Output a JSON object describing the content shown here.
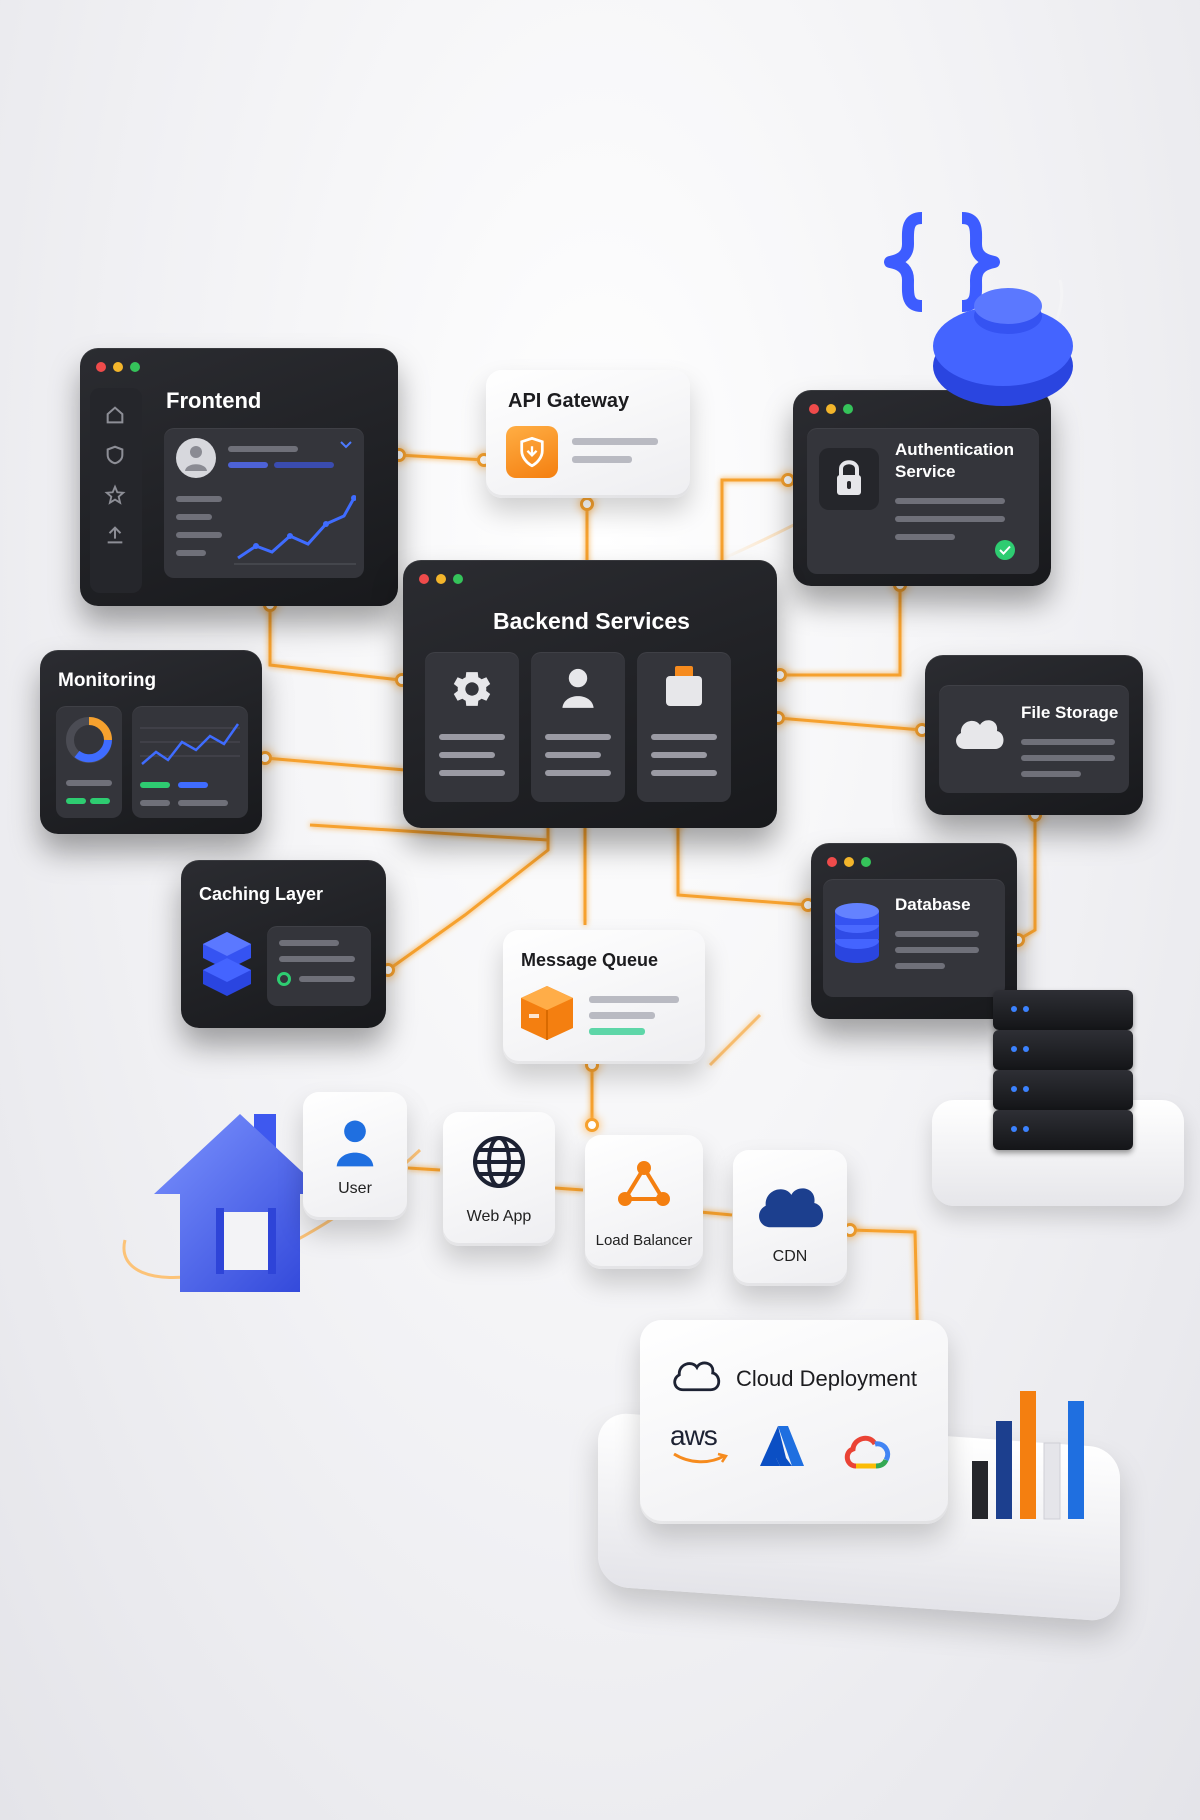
{
  "cards": {
    "frontend": {
      "title": "Frontend"
    },
    "api_gateway": {
      "title": "API Gateway"
    },
    "auth": {
      "title_line1": "Authentication",
      "title_line2": "Service"
    },
    "backend": {
      "title": "Backend Services"
    },
    "monitoring": {
      "title": "Monitoring"
    },
    "file_storage": {
      "title": "File Storage"
    },
    "caching": {
      "title": "Caching Layer"
    },
    "database": {
      "title": "Database"
    },
    "message_queue": {
      "title": "Message Queue"
    }
  },
  "flow": {
    "user": "User",
    "web_app": "Web App",
    "load_balancer": "Load Balancer",
    "cdn": "CDN"
  },
  "cloud": {
    "title": "Cloud Deployment",
    "aws": "aws"
  },
  "colors": {
    "accent_orange": "#f6a12e",
    "brand_blue": "#3d5cff",
    "card_dark": "#1d1e22",
    "success_green": "#2ecc71"
  },
  "icons": [
    "home-icon",
    "user-icon",
    "globe-icon",
    "network-icon",
    "cloud-icon",
    "gear-icon",
    "lock-icon",
    "database-icon",
    "cube-icon",
    "shield-icon",
    "braces-icon"
  ]
}
